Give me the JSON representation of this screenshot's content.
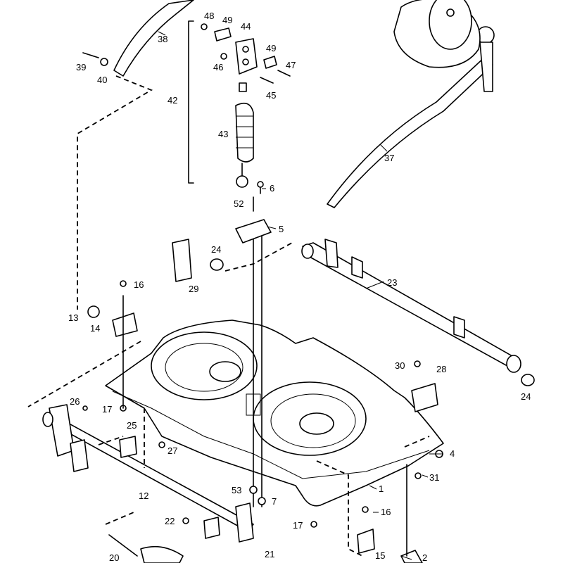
{
  "callouts": {
    "c1": "1",
    "c2": "2",
    "c4": "4",
    "c5": "5",
    "c6": "6",
    "c7": "7",
    "c12": "12",
    "c13": "13",
    "c14": "14",
    "c15": "15",
    "c16a": "16",
    "c16b": "16",
    "c17a": "17",
    "c17b": "17",
    "c20": "20",
    "c21": "21",
    "c22": "22",
    "c23": "23",
    "c24a": "24",
    "c24b": "24",
    "c25": "25",
    "c26": "26",
    "c27": "27",
    "c28": "28",
    "c29": "29",
    "c30": "30",
    "c31": "31",
    "c37": "37",
    "c38": "38",
    "c39": "39",
    "c40": "40",
    "c42": "42",
    "c43": "43",
    "c44": "44",
    "c45": "45",
    "c46": "46",
    "c47": "47",
    "c48": "48",
    "c49a": "49",
    "c49b": "49",
    "c52": "52",
    "c53": "53"
  }
}
